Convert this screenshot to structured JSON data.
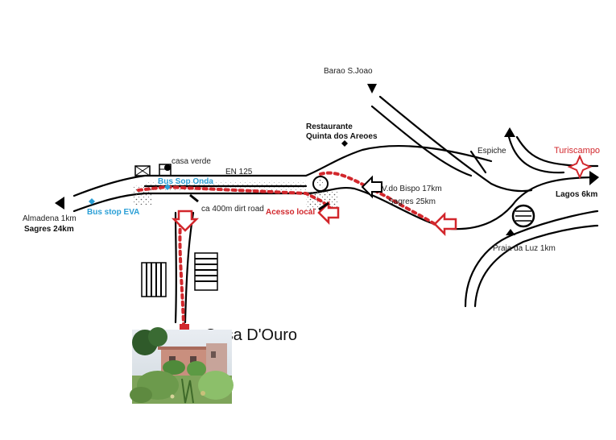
{
  "map": {
    "title": "Casa D'Ouro",
    "labels": {
      "barao": "Barao S.Joao",
      "restaurante_line1": "Restaurante",
      "restaurante_line2": "Quinta dos Areoes",
      "espiche": "Espiche",
      "turiscampo": "Turiscampo",
      "casa_verde": "casa verde",
      "en125": "EN 125",
      "bus_stop_onda": "Bus Sop Onda",
      "bus_stop_eva": "Bus stop EVA",
      "almadena": "Almadena 1km",
      "sagres_24": "Sagres 24km",
      "dirt_road": "ca 400m dirt road",
      "acesso_local": "Acesso local",
      "vila_do_bispo": "V.do Bispo 17km",
      "sagres_25": "Sagres 25km",
      "lagos": "Lagos 6km",
      "praia_da_luz": "Praia da Luz 1km"
    },
    "colors": {
      "route": "#d2272c",
      "bus": "#2a9fd6",
      "road": "#000000",
      "turiscampo": "#d2272c"
    },
    "icons": [
      "triangle-arrow-icon",
      "bus-stop-diamond-icon",
      "restaurant-diamond-icon",
      "campsite-star-icon",
      "direction-arrow-icon",
      "house-photo"
    ]
  }
}
